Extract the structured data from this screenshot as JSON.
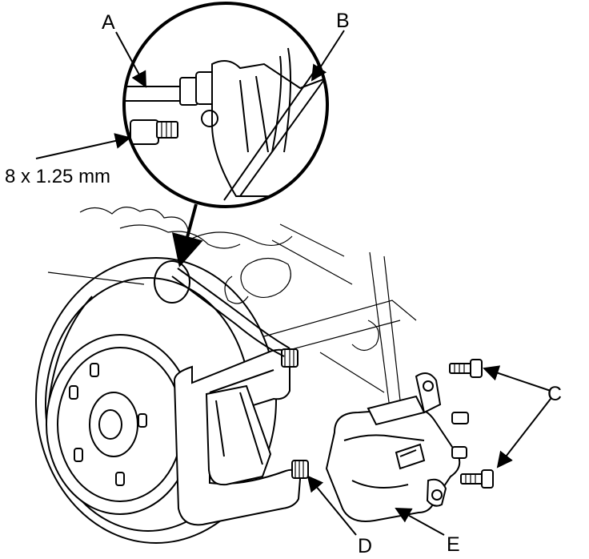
{
  "labels": {
    "A": "A",
    "B": "B",
    "C": "C",
    "D": "D",
    "E": "E"
  },
  "bolt_spec": "8 x 1.25 mm"
}
